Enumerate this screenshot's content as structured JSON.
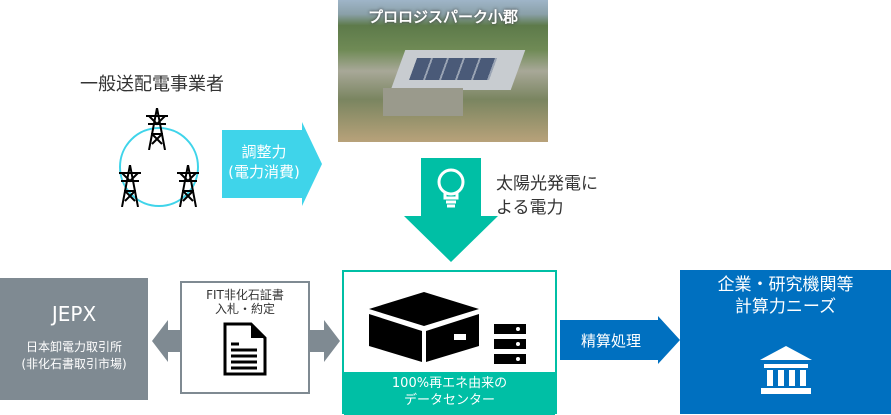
{
  "photo": {
    "title": "プロロジスパーク小郡"
  },
  "grid": {
    "label": "一般送配電事業者"
  },
  "adjust_arrow": {
    "line1": "調整力",
    "line2": "(電力消費)"
  },
  "solar": {
    "line1": "太陽光発電に",
    "line2": "よる電力"
  },
  "jepx": {
    "title": "JEPX",
    "line1": "日本卸電力取引所",
    "line2": "(非化石書取引市場)"
  },
  "certificate": {
    "line1": "FIT非化石証書",
    "line2": "入札・約定"
  },
  "datacenter": {
    "line1": "100%再エネ由来の",
    "line2": "データセンター"
  },
  "settle_arrow": {
    "label": "精算処理"
  },
  "customer": {
    "line1": "企業・研究機関等",
    "line2": "計算力ニーズ"
  },
  "colors": {
    "cyan": "#3fd4ea",
    "teal": "#00bfa5",
    "gray": "#7f8a92",
    "blue": "#0070c0"
  }
}
